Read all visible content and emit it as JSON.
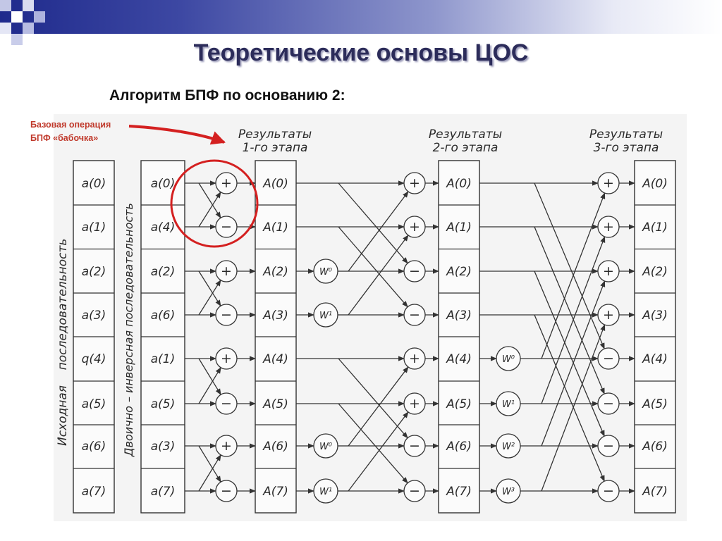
{
  "title": "Теоретические основы ЦОС",
  "subtitle": "Алгоритм БПФ по основанию 2:",
  "callout": {
    "line1": "Базовая операция",
    "line2": "БПФ «бабочка»"
  },
  "diagram": {
    "input_label_1": "Исходная",
    "input_label_2": "последовательность",
    "inverse_label": "Двоично – инверсная последовательность",
    "stage1": [
      "Результаты",
      "1-го этапа"
    ],
    "stage2": [
      "Результаты",
      "2-го этапа"
    ],
    "stage3": [
      "Результаты",
      "3-го этапа"
    ],
    "input_seq": [
      "a(0)",
      "a(1)",
      "a(2)",
      "a(3)",
      "q(4)",
      "a(5)",
      "a(6)",
      "a(7)"
    ],
    "bitrev_seq": [
      "a(0)",
      "a(4)",
      "a(2)",
      "a(6)",
      "a(1)",
      "a(5)",
      "a(3)",
      "a(7)"
    ],
    "stage1_out": [
      "A(0)",
      "A(1)",
      "A(2)",
      "A(3)",
      "A(4)",
      "A(5)",
      "A(6)",
      "A(7)"
    ],
    "stage2_out": [
      "A(0)",
      "A(1)",
      "A(2)",
      "A(3)",
      "A(4)",
      "A(5)",
      "A(6)",
      "A(7)"
    ],
    "stage3_out": [
      "A(0)",
      "A(1)",
      "A(2)",
      "A(3)",
      "A(4)",
      "A(5)",
      "A(6)",
      "A(7)"
    ],
    "ops1": [
      "+",
      "−",
      "+",
      "−",
      "+",
      "−",
      "+",
      "−"
    ],
    "ops2": [
      "+",
      "+",
      "−",
      "−",
      "+",
      "+",
      "−",
      "−"
    ],
    "ops3": [
      "+",
      "+",
      "+",
      "+",
      "−",
      "−",
      "−",
      "−"
    ],
    "twiddle2": [
      "",
      "",
      "W⁰",
      "W¹",
      "",
      "",
      "W⁰",
      "W¹"
    ],
    "twiddle3": [
      "",
      "",
      "",
      "",
      "W⁰",
      "W¹",
      "W²",
      "W³"
    ]
  }
}
